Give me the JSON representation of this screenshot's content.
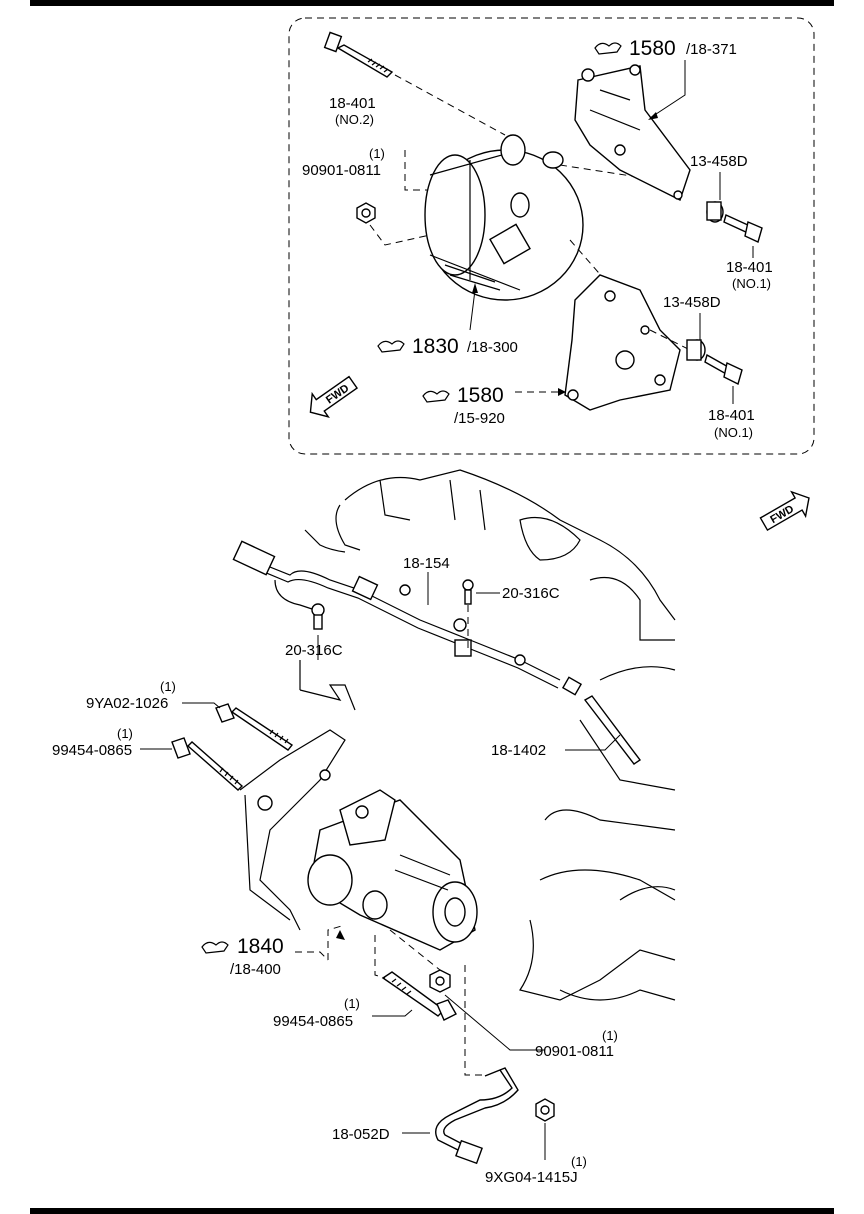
{
  "top_inset": {
    "labels": {
      "bolt_top": "18-401",
      "bolt_top_sub": "(NO.2)",
      "nut_qty": "(1)",
      "nut": "90901-0811",
      "bracket_upper_ref": "1580",
      "bracket_upper_page": "/18-371",
      "spacer_upper": "13-458D",
      "bolt_right_upper": "18-401",
      "bolt_right_upper_sub": "(NO.1)",
      "spacer_lower": "13-458D",
      "alternator_ref": "1830",
      "alternator_page": "/18-300",
      "bracket_lower_ref": "1580",
      "bracket_lower_page": "/15-920",
      "bolt_right_lower": "18-401",
      "bolt_right_lower_sub": "(NO.1)",
      "fwd": "FWD"
    }
  },
  "main_view": {
    "labels": {
      "fwd": "FWD",
      "harness": "18-154",
      "clip_right": "20-316C",
      "clip_left": "20-316C",
      "bolt_a_qty": "(1)",
      "bolt_a": "9YA02-1026",
      "bolt_b_qty": "(1)",
      "bolt_b": "99454-0865",
      "sensor": "18-1402",
      "starter_ref": "1840",
      "starter_page": "/18-400",
      "bolt_c_qty": "(1)",
      "bolt_c": "99454-0865",
      "nut_qty": "(1)",
      "nut": "90901-0811",
      "cable": "18-052D",
      "nut_b_qty": "(1)",
      "nut_b": "9XG04-1415J"
    }
  },
  "icons": {
    "ref_glyph": "part-reference-icon",
    "fwd_arrow": "forward-arrow-icon"
  }
}
